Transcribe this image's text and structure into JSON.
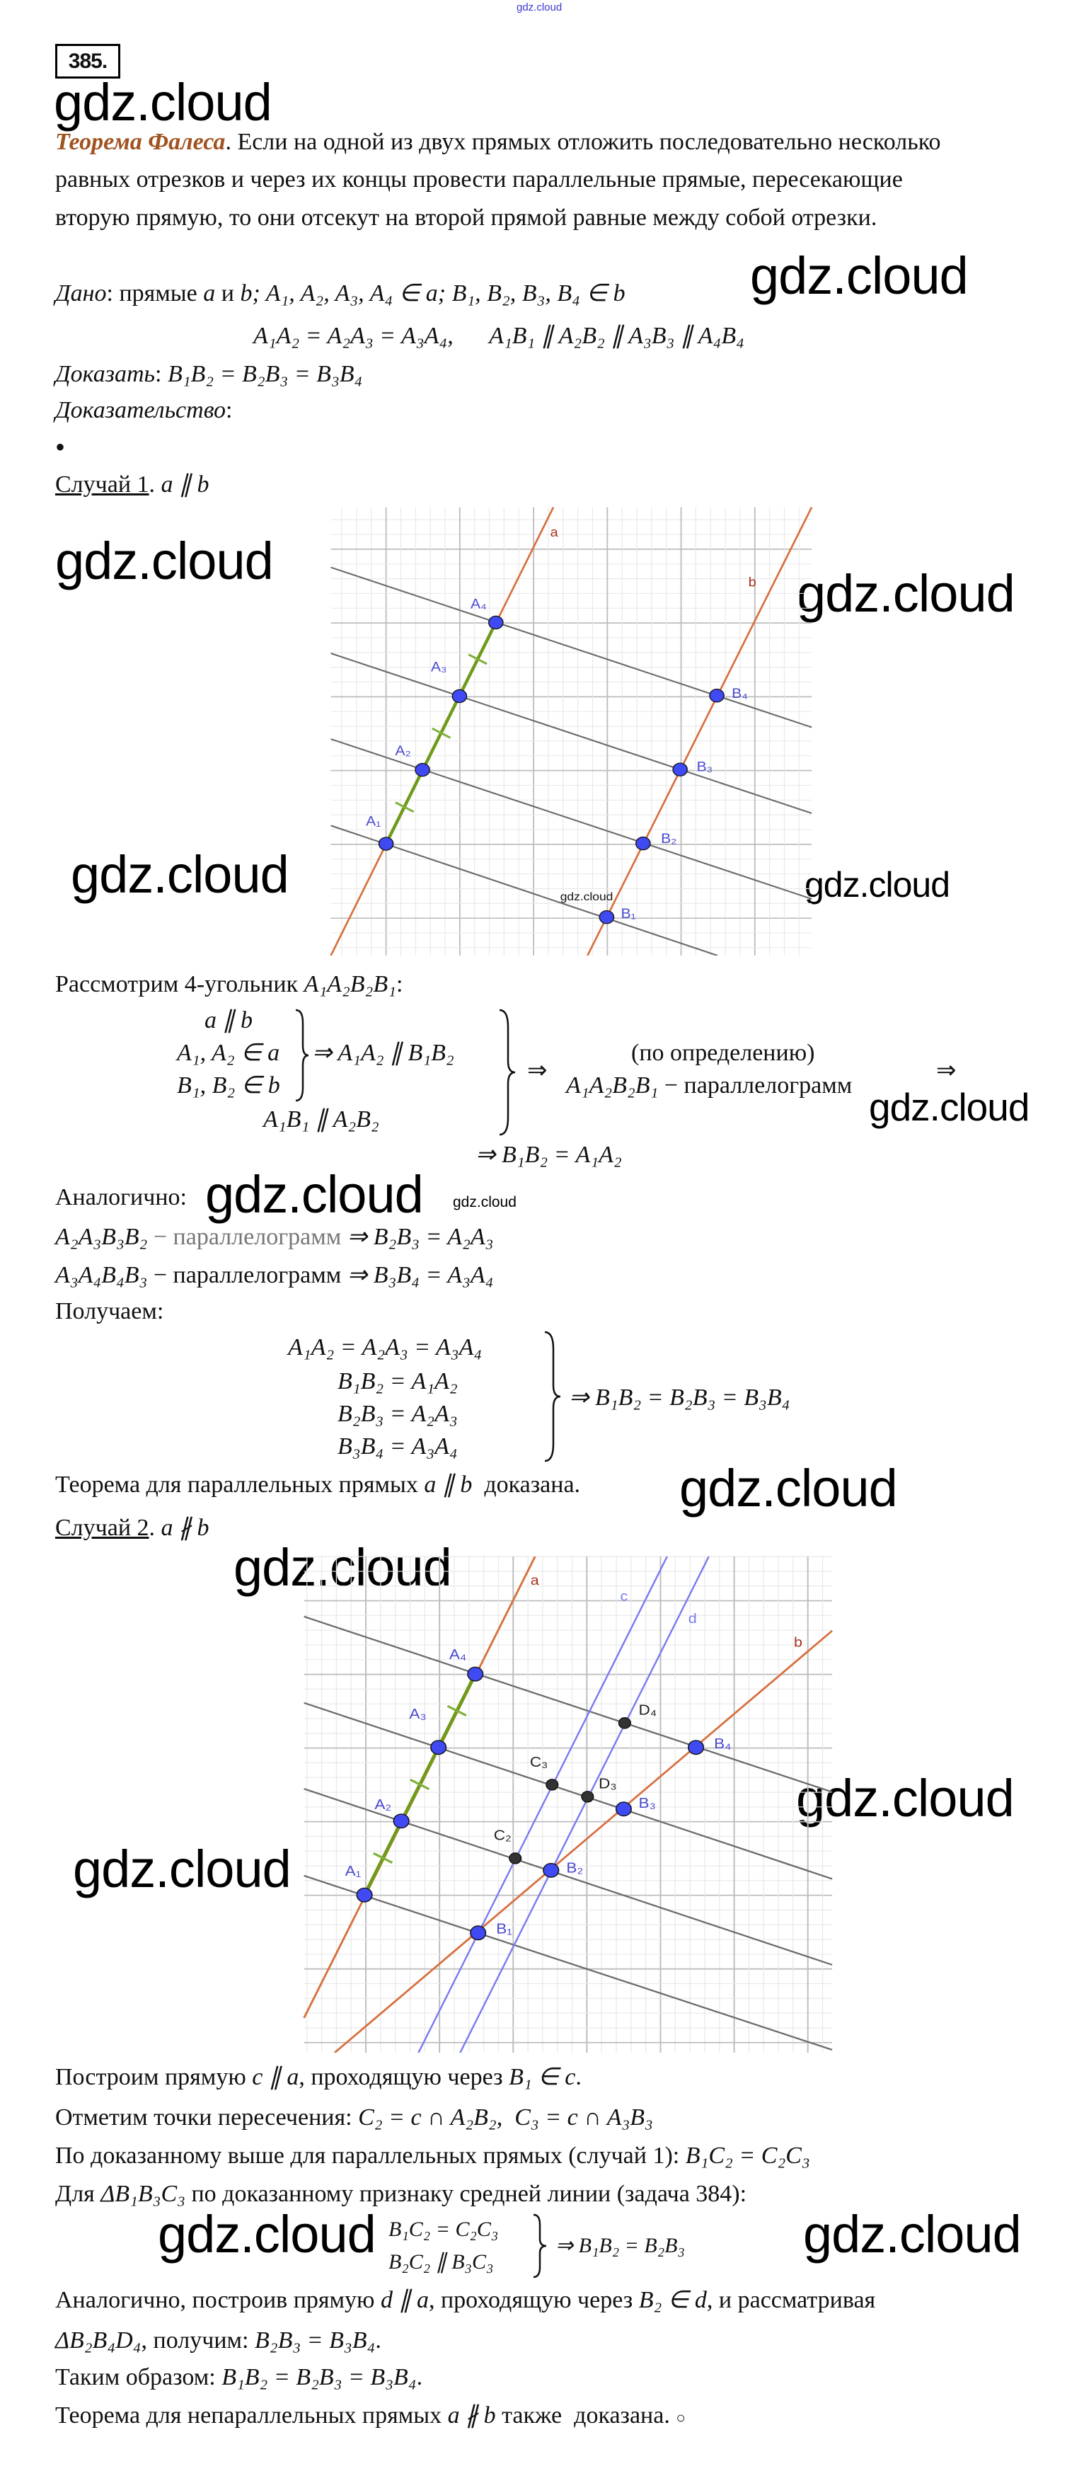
{
  "watermark": "gdz.cloud",
  "problem_number": "385.",
  "theorem": {
    "title": "Теорема Фалеса",
    "line1": ". Если на одной из двух прямых отложить последовательно несколько",
    "line2": "равных отрезков и через их концы провести параллельные прямые, пересекающие",
    "line3": "вторую прямую, то они отсекут на второй прямой равные между собой отрезки."
  },
  "given": {
    "label": "Дано",
    "text1": ": прямые ",
    "math1": "a",
    "text2": " и ",
    "math2": "b; A₁, A₂, A₃, A₄ ∈ a; B₁, B₂, B₃, B₄ ∈ b",
    "formula": "A₁A₂ = A₂A₃ = A₃A₄,      A₁B₁ ∥ A₂B₂ ∥ A₃B₃ ∥ A₄B₄"
  },
  "prove": {
    "label": "Доказать",
    "formula": "B₁B₂ = B₂B₃ = B₃B₄"
  },
  "proof_label": "Доказательство",
  "bullet": "•",
  "case1": {
    "label": "Случай 1",
    "math": "a ∥ b"
  },
  "figure1": {
    "line_labels": {
      "a": "a",
      "b": "b"
    },
    "points": {
      "A1": "A₁",
      "A2": "A₂",
      "A3": "A₃",
      "A4": "A₄",
      "B1": "B₁",
      "B2": "B₂",
      "B3": "B₃",
      "B4": "B₄"
    }
  },
  "consider": {
    "text": "Рассмотрим 4-угольник ",
    "math": "A₁A₂B₂B₁",
    "colon": ":"
  },
  "system1": {
    "conditions": [
      "a ∥ b",
      "A₁, A₂ ∈ a",
      "B₁, B₂ ∈ b"
    ],
    "implies": "⇒ A₁A₂ ∥ B₁B₂",
    "extra": "A₁B₁ ∥ A₂B₂",
    "arrow": "⇒",
    "definition": "(по определению)",
    "parallelogram_math": "A₁A₂B₂B₁",
    "parallelogram_text": " − параллелограмм",
    "arrow2": "⇒",
    "result": "⇒ B₁B₂ = A₁A₂"
  },
  "similarly": {
    "label": "Аналогично:",
    "line1": {
      "math": "A₂A₃B₃B₂",
      "text": " − параллелограмм ",
      "result": "⇒ B₂B₃ = A₂A₃"
    },
    "line2": {
      "math": "A₃A₄B₄B₃",
      "text": " − параллелограмм ",
      "result": "⇒ B₃B₄ = A₃A₄"
    }
  },
  "get_label": "Получаем:",
  "system2": {
    "lines": [
      "A₁A₂ = A₂A₃ = A₃A₄",
      "B₁B₂ = A₁A₂",
      "B₂B₃ = A₂A₃",
      "B₃B₄ = A₃A₄"
    ],
    "result": "⇒ B₁B₂ = B₂B₃ = B₃B₄"
  },
  "conclusion1": {
    "text": "Теорема для параллельных прямых ",
    "math": "a ∥ b",
    "end": "  доказана."
  },
  "case2": {
    "label": "Случай 2",
    "math": "a ∦ b"
  },
  "figure2": {
    "line_labels": {
      "a": "a",
      "b": "b",
      "c": "c",
      "d": "d"
    },
    "points": {
      "A1": "A₁",
      "A2": "A₂",
      "A3": "A₃",
      "A4": "A₄",
      "B1": "B₁",
      "B2": "B₂",
      "B3": "B₃",
      "B4": "B₄",
      "C2": "C₂",
      "C3": "C₃",
      "D3": "D₃",
      "D4": "D₄"
    }
  },
  "case2_text": {
    "l1_text": "Построим прямую ",
    "l1_math": "c ∥ a",
    "l1_text2": ", проходящую через ",
    "l1_math2": "B₁ ∈ c",
    "l1_end": ".",
    "l2_text": "Отметим точки пересечения: ",
    "l2_math": "C₂ = c ∩ A₂B₂,  C₃ = c ∩ A₃B₃",
    "l3_text": "По доказанному выше для параллельных прямых (случай 1): ",
    "l3_math": "B₁C₂ = C₂C₃",
    "l4_text": "Для ",
    "l4_math": "ΔB₁B₃C₃",
    "l4_text2": " по доказанному признаку средней линии (задача 384):",
    "sys_lines": [
      "B₁C₂ = C₂C₃",
      "B₂C₂ ∥ B₃C₃"
    ],
    "sys_result": "⇒ B₁B₂ = B₂B₃",
    "l5_text": "Аналогично, построив прямую ",
    "l5_math": "d ∥ a",
    "l5_text2": ", проходящую через ",
    "l5_math2": "B₂ ∈ d",
    "l5_text3": ", и рассматривая",
    "l6_math": "ΔB₂B₄D₄",
    "l6_text": ", получим: ",
    "l6_math2": "B₂B₃ = B₃B₄",
    "l6_end": ".",
    "l7_text": "Таким образом: ",
    "l7_math": "B₁B₂ = B₂B₃ = B₃B₄",
    "l7_end": ".",
    "l8_text": "Теорема для непараллельных прямых ",
    "l8_math": "a ∦ b",
    "l8_text2": " также  доказана. ",
    "l8_end": "○"
  },
  "colors": {
    "line_orange": "#d8703f",
    "line_blue": "#7a7af0",
    "point_blue": "#3f4af2",
    "segment_green": "#6f9a1a",
    "label_blue": "#4a4ad0",
    "label_red": "#a8321c",
    "title_brown": "#a0521f"
  }
}
